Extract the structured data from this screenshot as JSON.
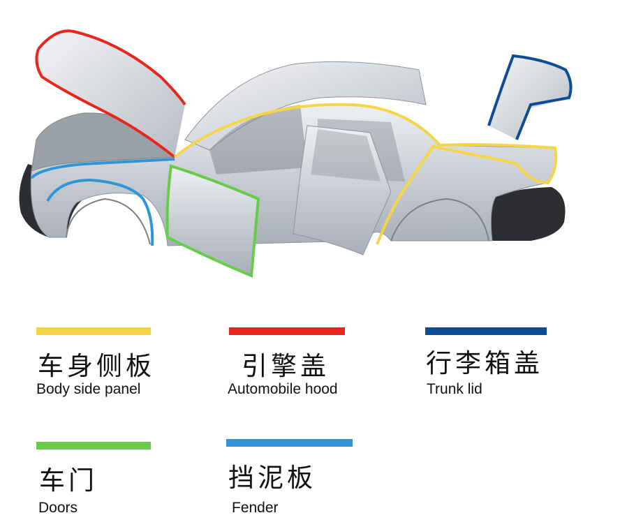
{
  "colors": {
    "body_side_panel": "#f5d547",
    "automobile_hood": "#e8261e",
    "trunk_lid": "#0e4c96",
    "doors": "#66cc4a",
    "fender": "#2f95d6"
  },
  "legend": [
    {
      "zh": "车身侧板",
      "en": "Body side panel",
      "color": "#f5d547"
    },
    {
      "zh": "引擎盖",
      "en": "Automobile hood",
      "color": "#e8261e"
    },
    {
      "zh": "行李箱盖",
      "en": "Trunk lid",
      "color": "#0e4c96"
    },
    {
      "zh": "车门",
      "en": "Doors",
      "color": "#66cc4a"
    },
    {
      "zh": "挡泥板",
      "en": "Fender",
      "color": "#2f95d6"
    }
  ]
}
